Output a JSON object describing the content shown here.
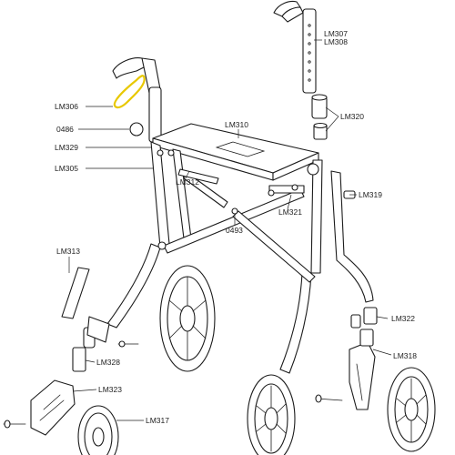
{
  "labels": {
    "lm307": "LM307",
    "lm308": "LM308",
    "lm306": "LM306",
    "lm320": "LM320",
    "lm310": "LM310",
    "p0486": "0486",
    "lm329": "LM329",
    "lm305": "LM305",
    "lm312": "LM312",
    "lm319": "LM319",
    "lm321": "LM321",
    "p0493": "0493",
    "lm313": "LM313",
    "lm322": "LM322",
    "lm318": "LM318",
    "lm328": "LM328",
    "lm323": "LM323",
    "lm317": "LM317"
  },
  "highlight": {
    "part": "LM306",
    "color": "#e8c800"
  }
}
